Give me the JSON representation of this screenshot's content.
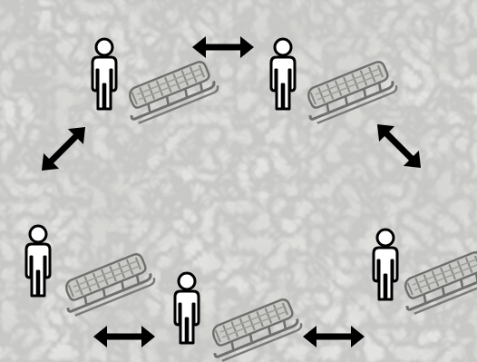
{
  "diagram": {
    "background": "#e3e3e1",
    "ink_color": "#000000",
    "sled_color": "#8a8a88",
    "groups": [
      {
        "name": "top-left",
        "icons": [
          "person-icon",
          "sled-icon"
        ]
      },
      {
        "name": "top-right",
        "icons": [
          "person-icon",
          "sled-icon"
        ]
      },
      {
        "name": "middle-right",
        "icons": [
          "person-icon",
          "sled-icon"
        ]
      },
      {
        "name": "bottom-center",
        "icons": [
          "person-icon",
          "sled-icon"
        ]
      },
      {
        "name": "middle-left",
        "icons": [
          "person-icon",
          "sled-icon"
        ]
      }
    ],
    "connections": [
      {
        "from": "top-left",
        "to": "top-right",
        "icon": "double-arrow-icon"
      },
      {
        "from": "top-right",
        "to": "middle-right",
        "icon": "double-arrow-icon"
      },
      {
        "from": "middle-right",
        "to": "bottom-center",
        "icon": "double-arrow-icon"
      },
      {
        "from": "bottom-center",
        "to": "middle-left",
        "icon": "double-arrow-icon"
      },
      {
        "from": "middle-left",
        "to": "top-left",
        "icon": "double-arrow-icon"
      }
    ]
  }
}
